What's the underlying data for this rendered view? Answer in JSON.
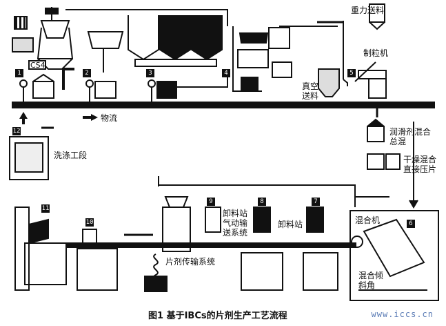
{
  "labels": {
    "gravity_feed": "重力送料",
    "granulator": "制粒机",
    "vacuum_feed": "真空送料",
    "material_flow": "物流",
    "washing": "洗涤工段",
    "lubricant_mix": "润滑剂混合总混",
    "dry_mix": "干燥混合直接压片",
    "unloading_pneumatic": "卸料站气动输送系统",
    "unloading_station": "卸料站",
    "mixer": "混合机",
    "tablet_transfer": "片剂传输系统",
    "mix_tilt": "混合倾斜角",
    "panel_code": "CS4"
  },
  "figure": {
    "caption": "图1   基于IBCs的片剂生产工艺流程",
    "watermark": "www.iccs.cn"
  },
  "step_numbers": [
    "1",
    "2",
    "3",
    "4",
    "5",
    "6",
    "7",
    "8",
    "9",
    "10",
    "11",
    "12"
  ]
}
